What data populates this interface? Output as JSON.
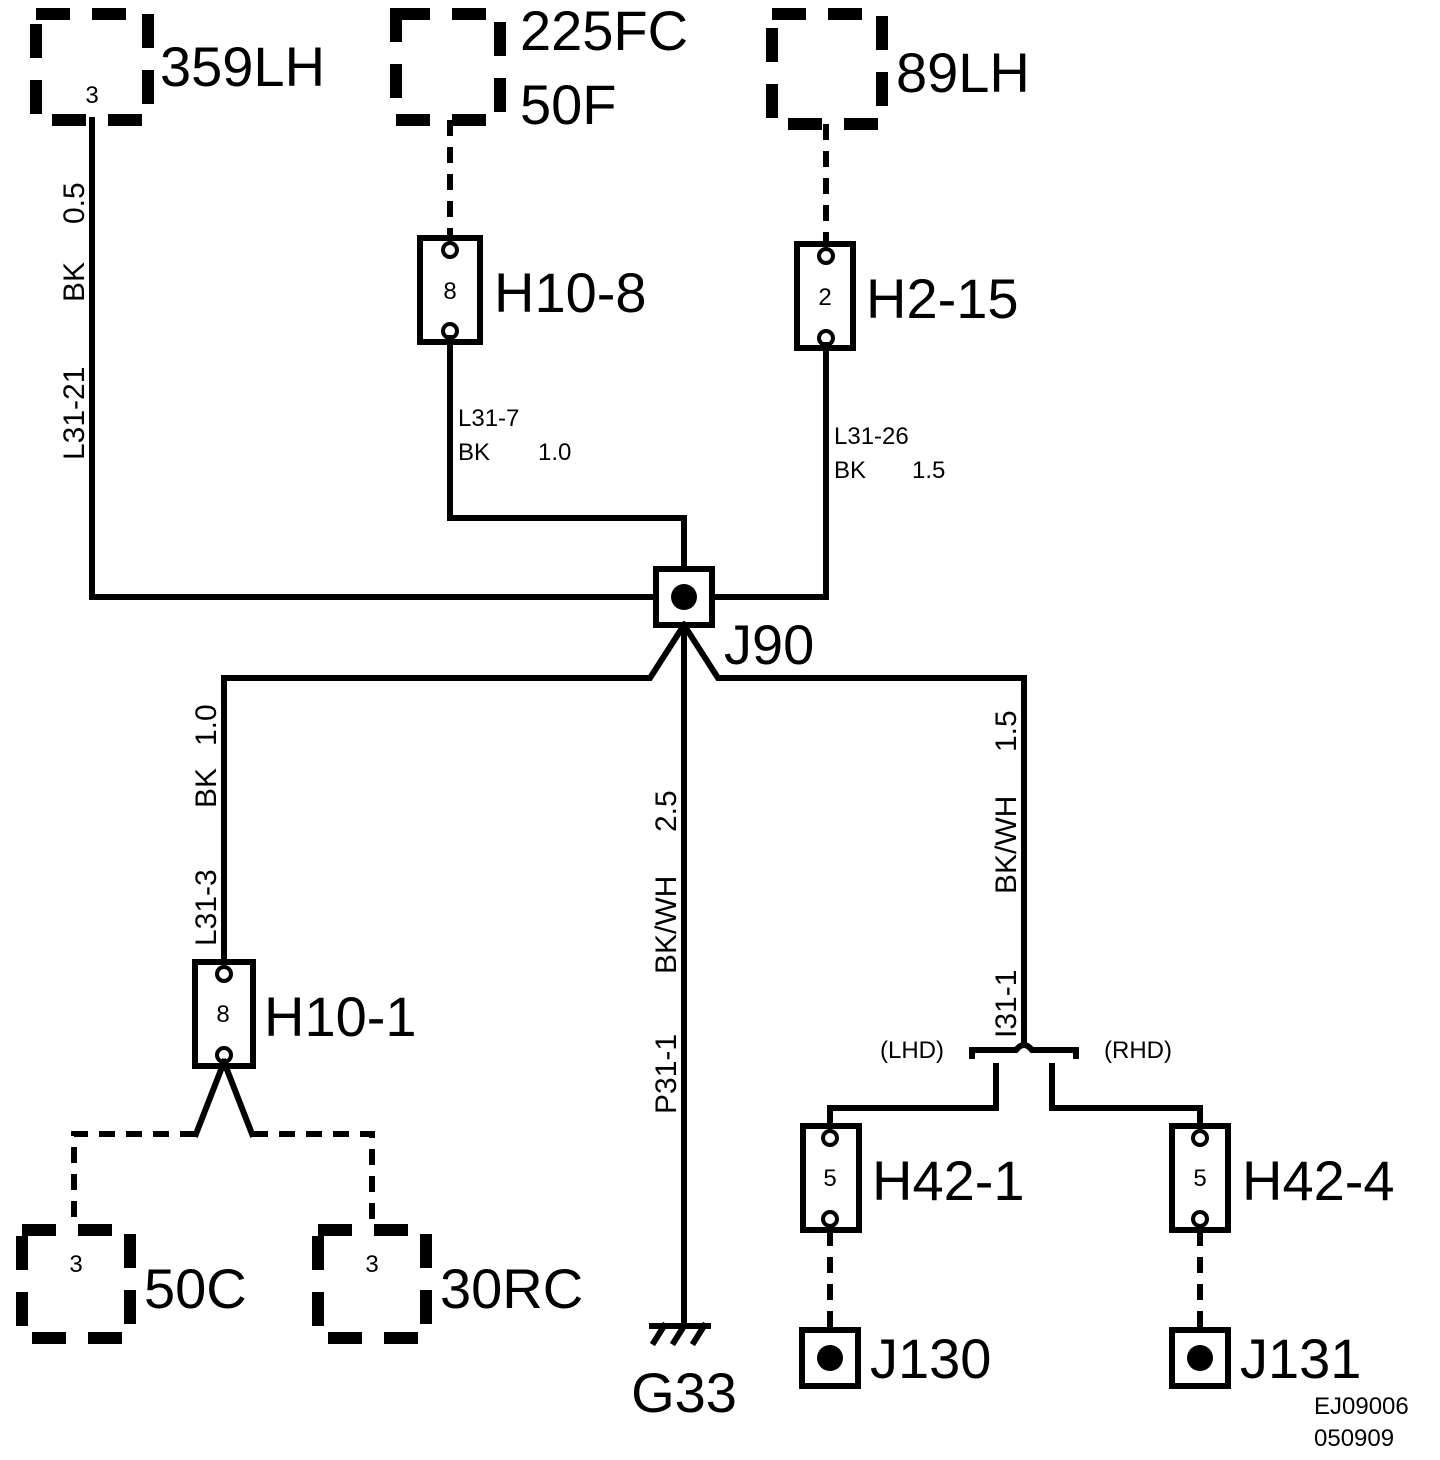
{
  "components": {
    "c359lh": {
      "label": "359LH",
      "pin": "3"
    },
    "c225fc": {
      "label_line1": "225FC",
      "label_line2": "50F"
    },
    "c89lh": {
      "label": "89LH"
    },
    "h10_8": {
      "label": "H10-8",
      "pin": "8"
    },
    "h2_15": {
      "label": "H2-15",
      "pin": "2"
    },
    "j90": {
      "label": "J90"
    },
    "h10_1": {
      "label": "H10-1",
      "pin": "8"
    },
    "c50c": {
      "label": "50C",
      "pin": "3"
    },
    "c30rc": {
      "label": "30RC",
      "pin": "3"
    },
    "g33": {
      "label": "G33"
    },
    "h42_1": {
      "label": "H42-1",
      "pin": "5"
    },
    "h42_4": {
      "label": "H42-4",
      "pin": "5"
    },
    "j130": {
      "label": "J130"
    },
    "j131": {
      "label": "J131"
    }
  },
  "wires": {
    "l31_21": {
      "circuit": "L31-21",
      "color": "BK",
      "size": "0.5"
    },
    "l31_7": {
      "circuit": "L31-7",
      "color": "BK",
      "size": "1.0"
    },
    "l31_26": {
      "circuit": "L31-26",
      "color": "BK",
      "size": "1.5"
    },
    "l31_3": {
      "circuit": "L31-3",
      "color": "BK",
      "size": "1.0"
    },
    "p31_1": {
      "circuit": "P31-1",
      "color": "BK/WH",
      "size": "2.5"
    },
    "i31_1": {
      "circuit": "I31-1",
      "color": "BK/WH",
      "size": "1.5"
    }
  },
  "options": {
    "lhd": "(LHD)",
    "rhd": "(RHD)"
  },
  "footer": {
    "code": "EJ09006",
    "date": "050909"
  }
}
